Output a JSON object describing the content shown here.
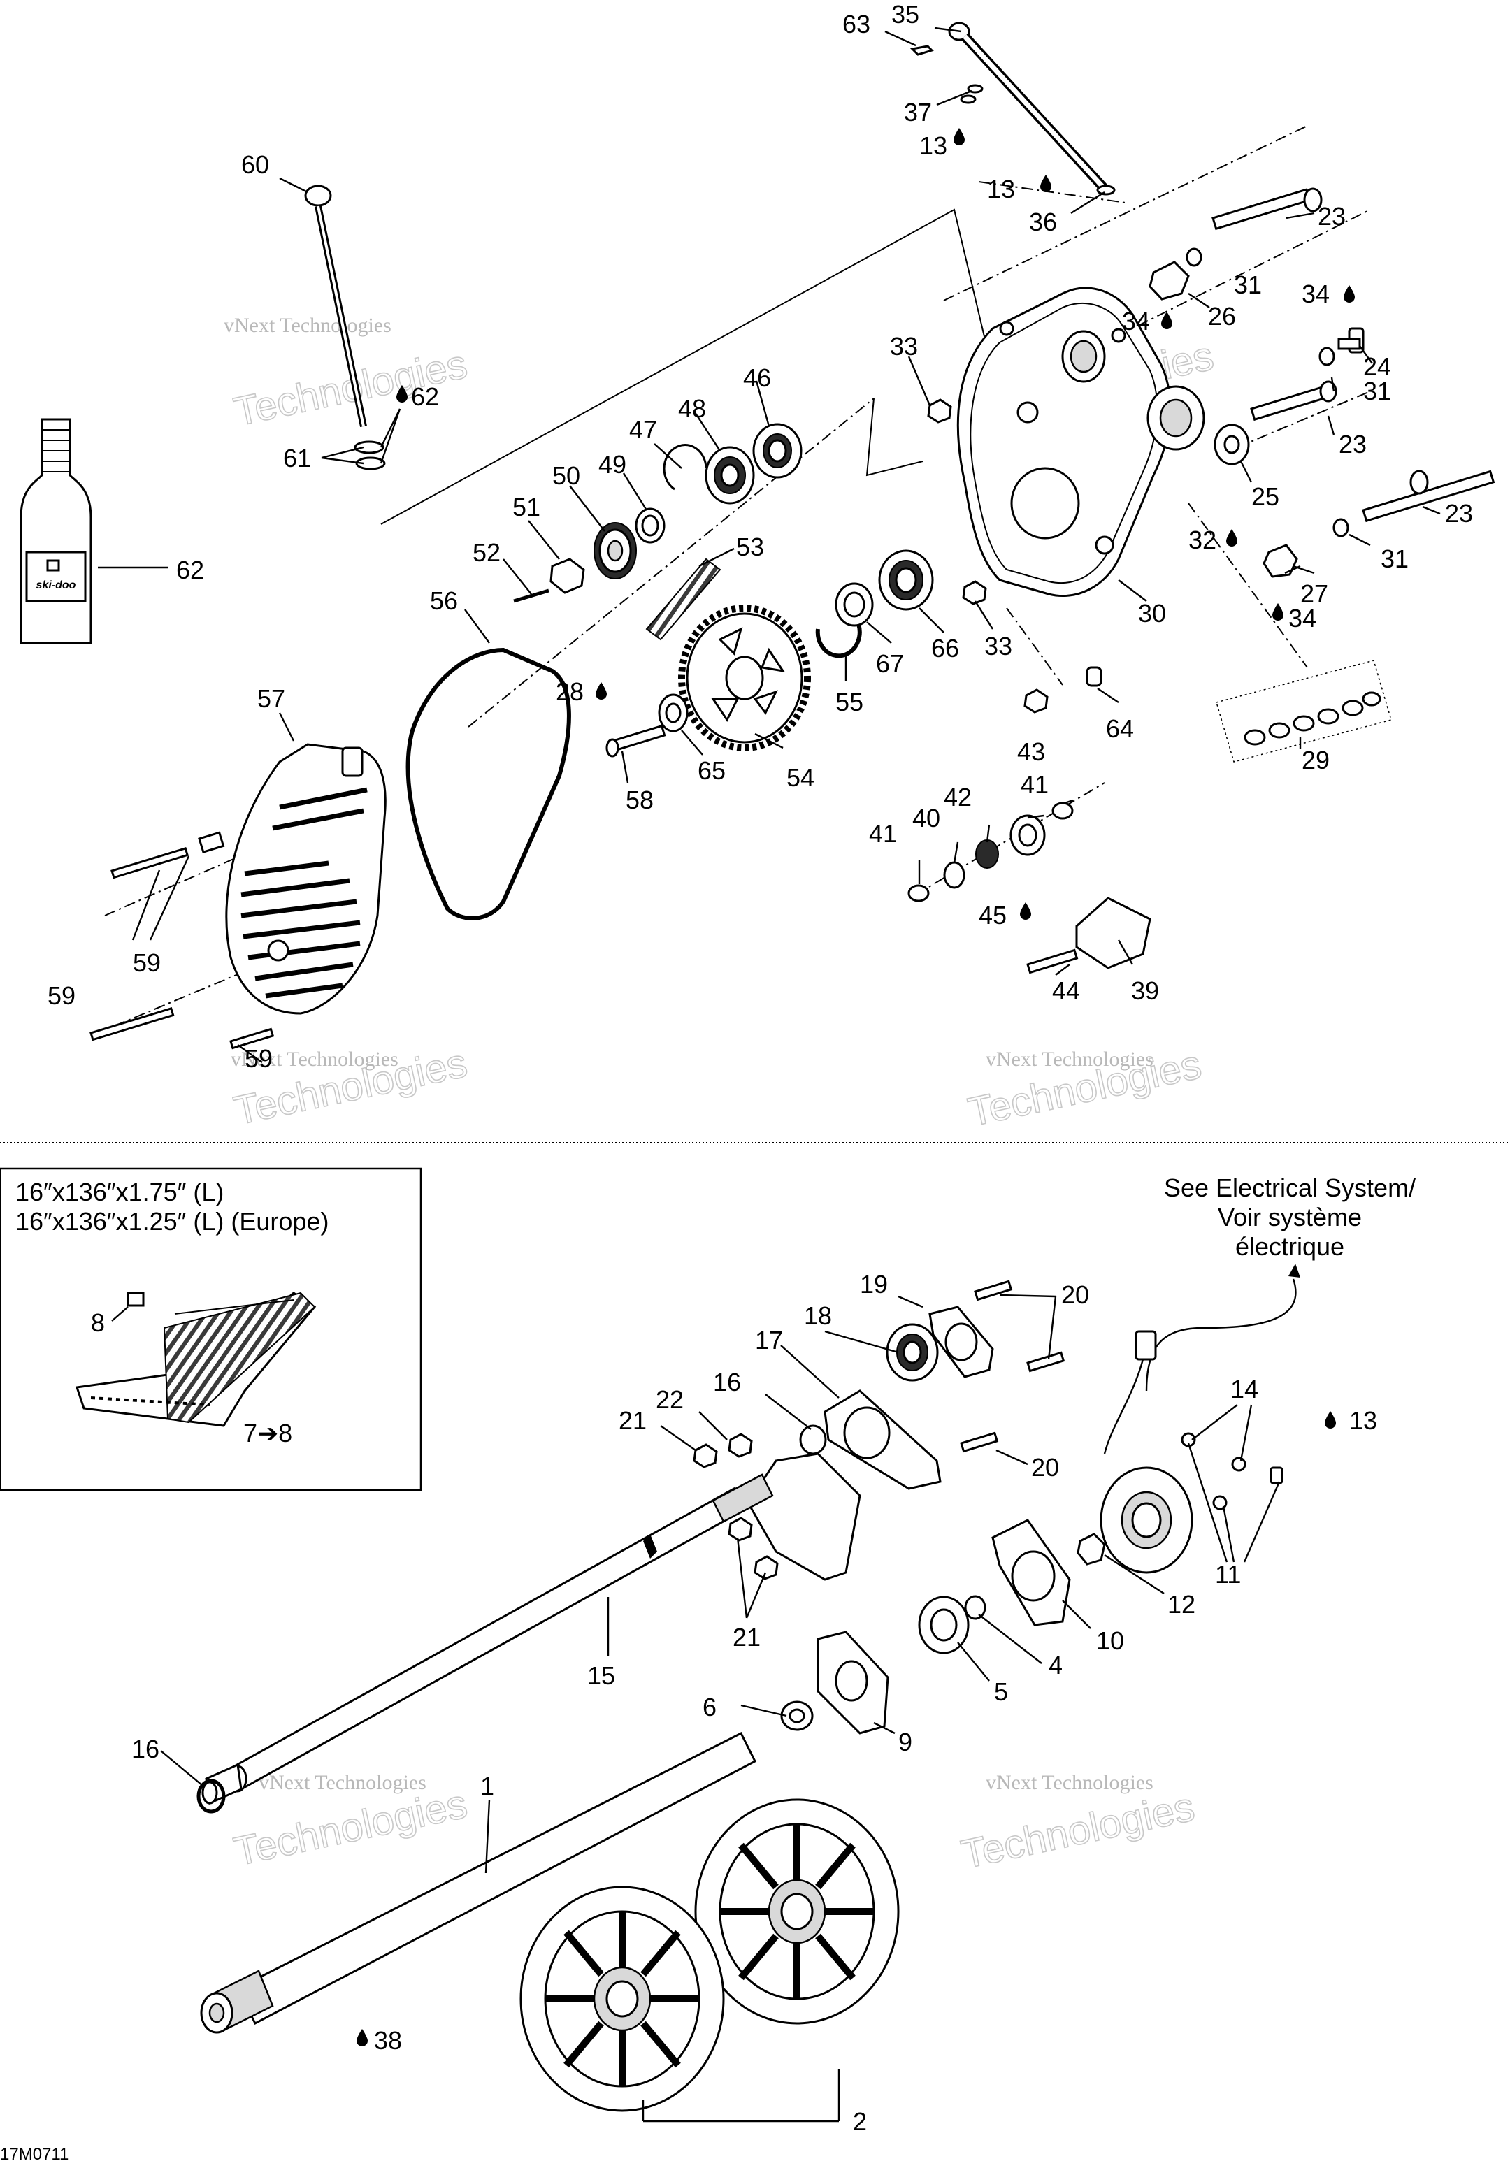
{
  "diagram_code": "17M0711",
  "watermark": {
    "line1": "vNext Technologies",
    "line2": "Technologies"
  },
  "track_box": {
    "line1": "16″x136″x1.75″ (L)",
    "line2": "16″x136″x1.25″ (L) (Europe)",
    "item_8": "8",
    "item_7_8": "7➔8"
  },
  "electrical_note": {
    "line1": "See Electrical System/",
    "line2": "Voir système",
    "line3": "électrique"
  },
  "lubricant_bottle_brand": "ski-doo",
  "labels": {
    "p1": "1",
    "p2": "2",
    "p4": "4",
    "p5": "5",
    "p6": "6",
    "p9": "9",
    "p10": "10",
    "p11": "11",
    "p12": "12",
    "p13a": "13",
    "p13b": "13",
    "p13c": "13",
    "p14": "14",
    "p15": "15",
    "p16a": "16",
    "p16b": "16",
    "p17": "17",
    "p18": "18",
    "p19": "19",
    "p20a": "20",
    "p20b": "20",
    "p21a": "21",
    "p21b": "21",
    "p22": "22",
    "p23a": "23",
    "p23b": "23",
    "p23c": "23",
    "p24": "24",
    "p25": "25",
    "p26": "26",
    "p27": "27",
    "p28": "28",
    "p29": "29",
    "p30": "30",
    "p31a": "31",
    "p31b": "31",
    "p31c": "31",
    "p32": "32",
    "p33a": "33",
    "p33b": "33",
    "p34a": "34",
    "p34b": "34",
    "p34c": "34",
    "p35": "35",
    "p36": "36",
    "p37": "37",
    "p38": "38",
    "p39": "39",
    "p40": "40",
    "p41a": "41",
    "p41b": "41",
    "p42": "42",
    "p43": "43",
    "p44": "44",
    "p45": "45",
    "p46": "46",
    "p47": "47",
    "p48": "48",
    "p49": "49",
    "p50": "50",
    "p51": "51",
    "p52": "52",
    "p53": "53",
    "p54": "54",
    "p55": "55",
    "p56": "56",
    "p57": "57",
    "p58": "58",
    "p59a": "59",
    "p59b": "59",
    "p59c": "59",
    "p60": "60",
    "p61": "61",
    "p62a": "62",
    "p62b": "62",
    "p63": "63",
    "p64": "64",
    "p65": "65",
    "p66": "66",
    "p67": "67"
  }
}
